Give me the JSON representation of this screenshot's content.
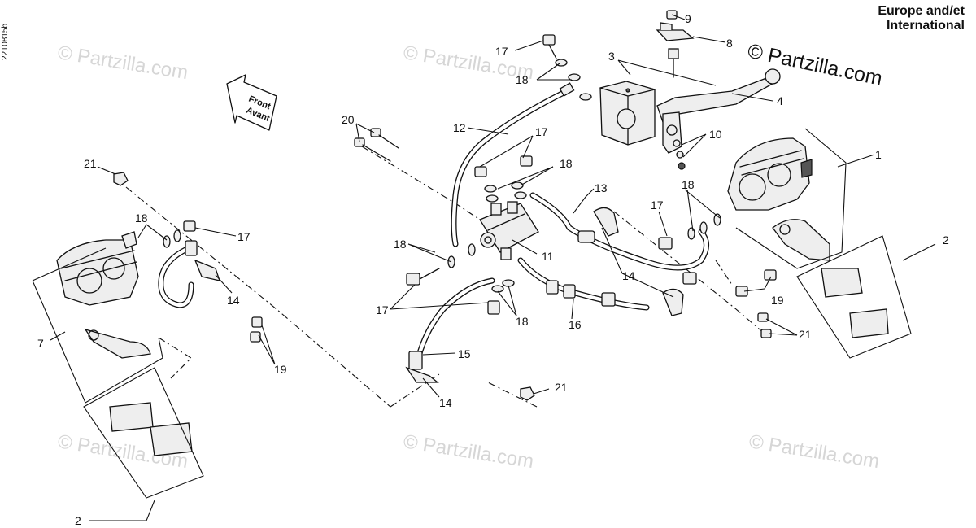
{
  "diagram_code": "22T0815b",
  "region": {
    "line1": "Europe and/et",
    "line2": "International"
  },
  "watermark": {
    "main": "© Partzilla.com",
    "faint": "© Partzilla.com"
  },
  "front_arrow": {
    "line1": "Front",
    "line2": "Avant"
  },
  "callouts": {
    "c1": "1",
    "c2a": "2",
    "c2b": "2",
    "c3": "3",
    "c4": "4",
    "c7": "7",
    "c8": "8",
    "c9": "9",
    "c10": "10",
    "c11": "11",
    "c12": "12",
    "c13": "13",
    "c14a": "14",
    "c14b": "14",
    "c14c": "14",
    "c15": "15",
    "c16": "16",
    "c17a": "17",
    "c17b": "17",
    "c17c": "17",
    "c17d": "17",
    "c17e": "17",
    "c18a": "18",
    "c18b": "18",
    "c18c": "18",
    "c18d": "18",
    "c18e": "18",
    "c18f": "18",
    "c19a": "19",
    "c19b": "19",
    "c20": "20",
    "c21a": "21",
    "c21b": "21",
    "c21c": "21"
  }
}
